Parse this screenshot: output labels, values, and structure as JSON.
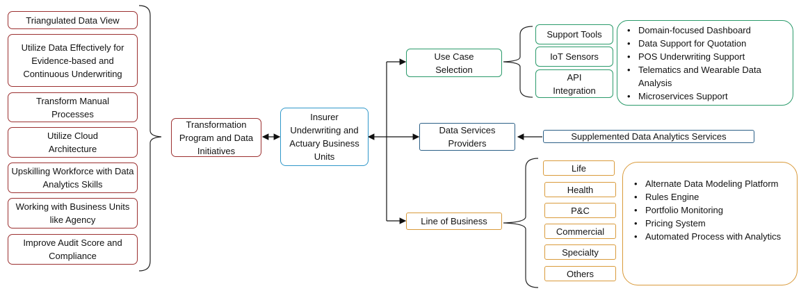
{
  "initiatives": [
    "Triangulated Data View",
    "Utilize Data Effectively for Evidence-based and Continuous Underwriting",
    "Transform Manual Processes",
    "Utilize Cloud Architecture",
    "Upskilling Workforce with Data Analytics Skills",
    "Working with Business Units like Agency",
    "Improve Audit Score and Compliance"
  ],
  "transformation": "Transformation Program and Data Initiatives",
  "insurer": "Insurer Underwriting and Actuary Business Units",
  "use_case": {
    "label": "Use Case Selection",
    "tools": [
      "Support Tools",
      "IoT Sensors",
      "API Integration"
    ],
    "features": [
      "Domain-focused Dashboard",
      "Data Support for Quotation",
      "POS Underwriting Support",
      "Telematics and Wearable Data Analysis",
      "Microservices Support"
    ]
  },
  "data_services": {
    "label": "Data Services Providers",
    "service": "Supplemented Data Analytics Services"
  },
  "line_of_business": {
    "label": "Line of Business",
    "lines": [
      "Life",
      "Health",
      "P&C",
      "Commercial",
      "Specialty",
      "Others"
    ],
    "capabilities": [
      "Alternate Data Modeling Platform",
      "Rules Engine",
      "Portfolio Monitoring",
      "Pricing System",
      "Automated Process with Analytics"
    ]
  }
}
